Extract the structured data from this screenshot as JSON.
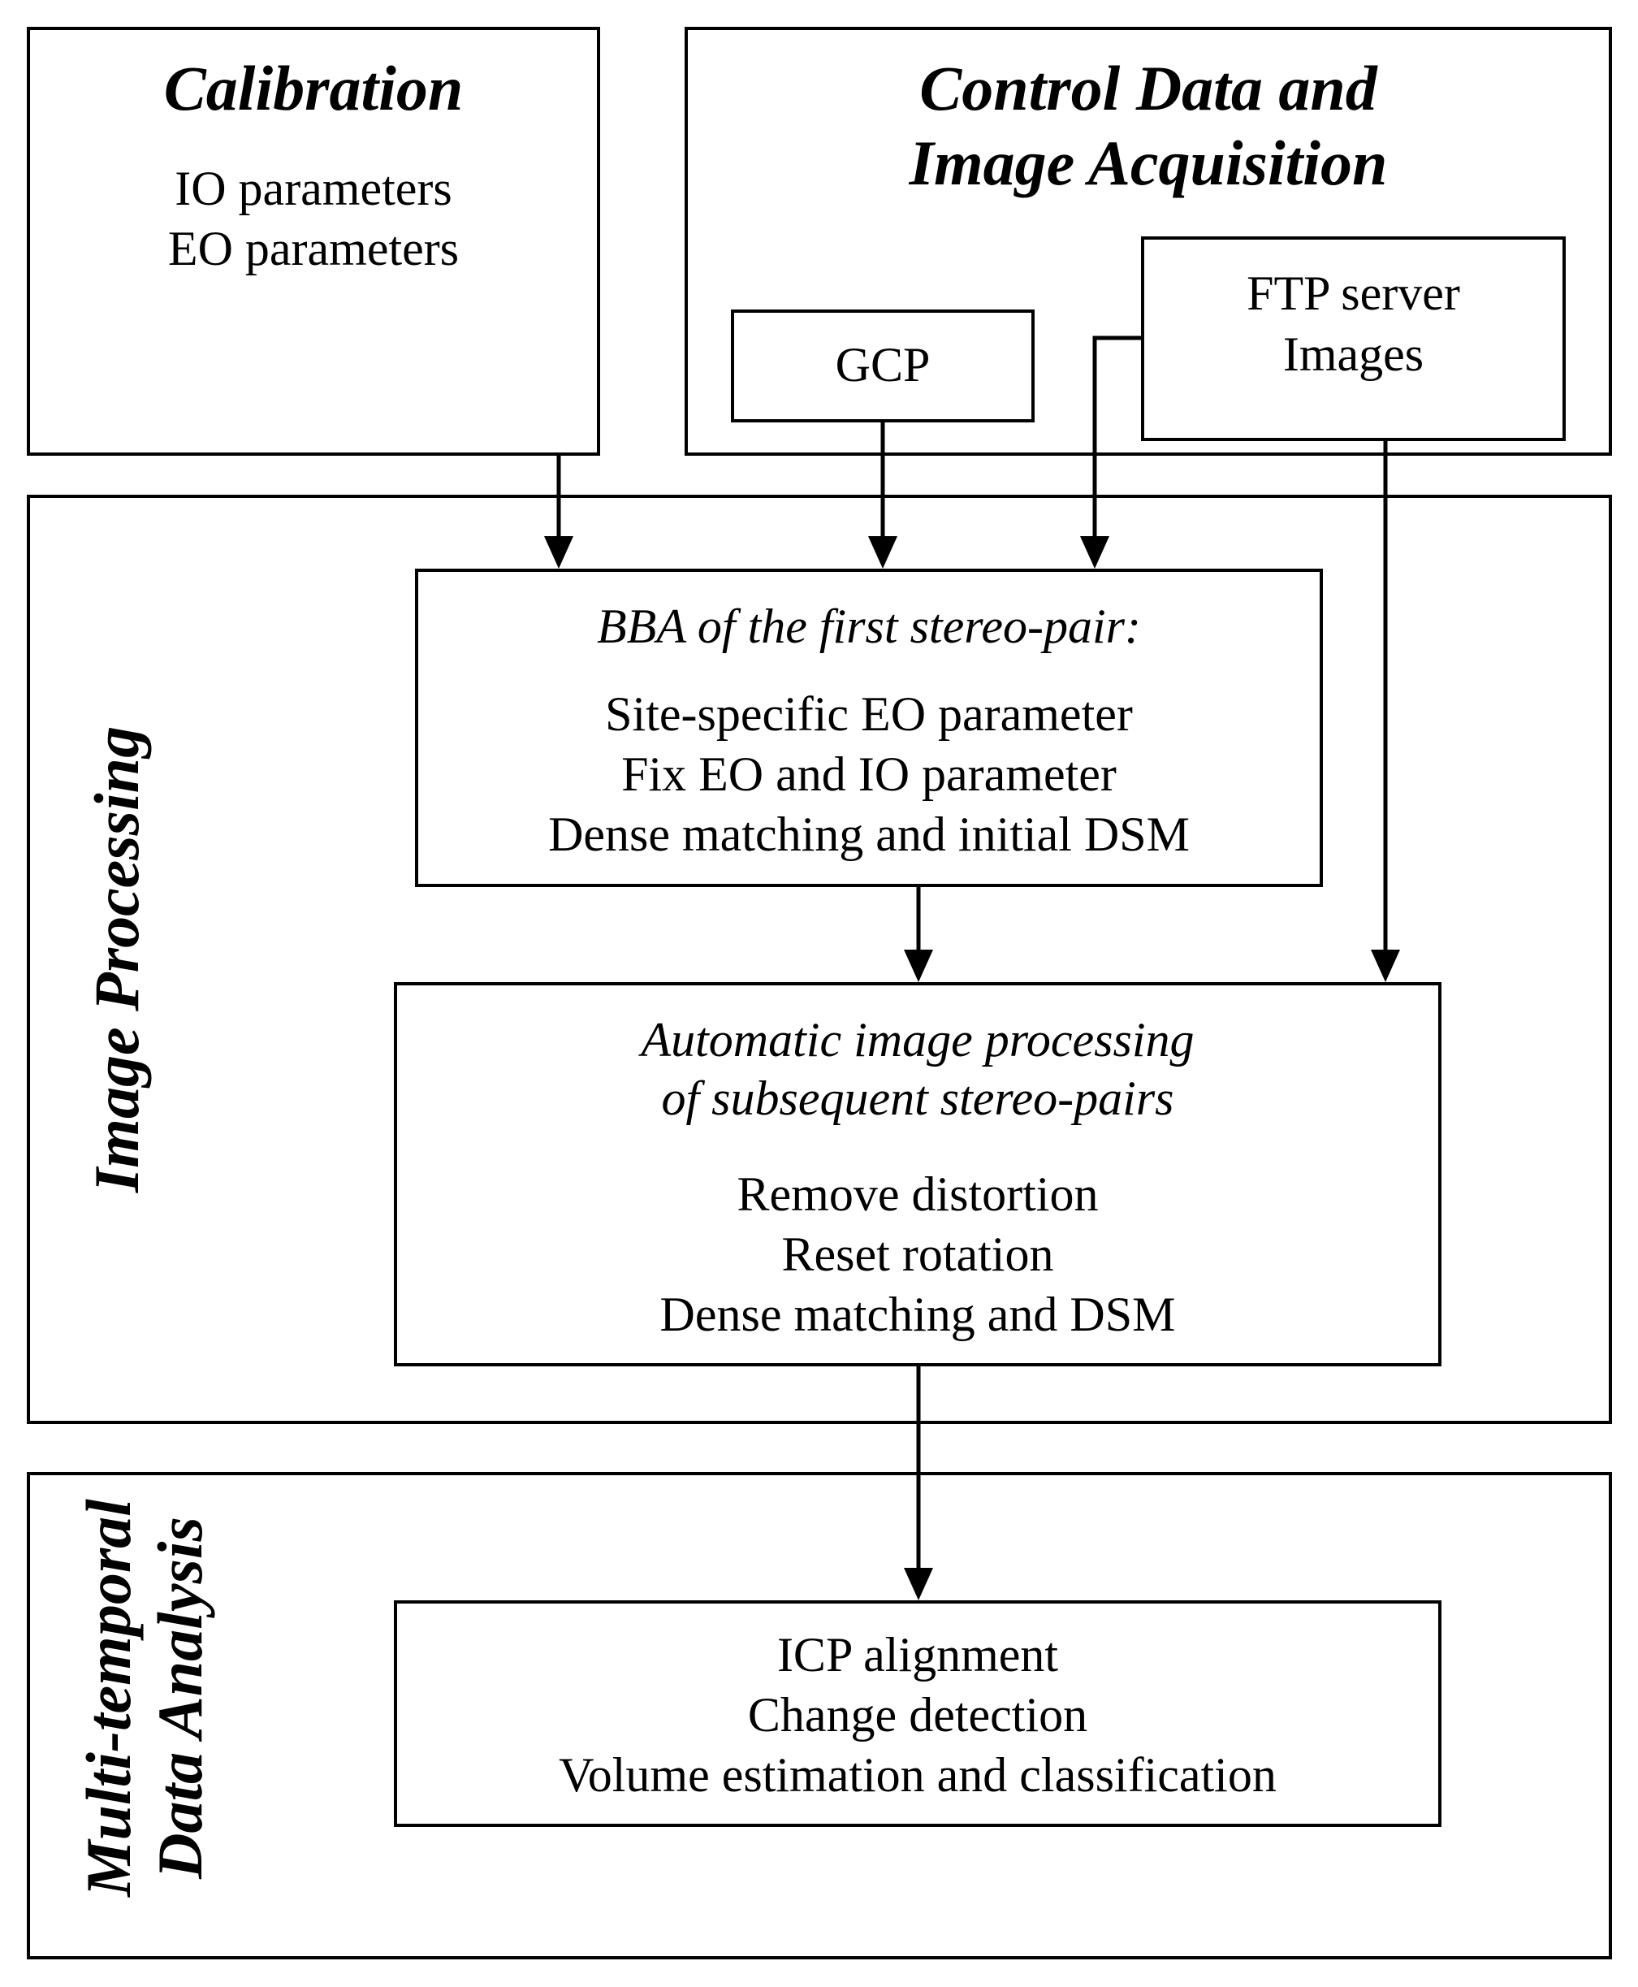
{
  "calibration": {
    "title": "Calibration",
    "lines": [
      "IO parameters",
      "EO parameters"
    ]
  },
  "control": {
    "title_lines": [
      "Control Data and",
      "Image Acquisition"
    ],
    "gcp_label": "GCP",
    "ftp_lines": [
      "FTP server",
      "Images"
    ]
  },
  "image_processing": {
    "label": "Image Processing",
    "bba": {
      "heading": "BBA of the first stereo-pair:",
      "lines": [
        "Site-specific EO parameter",
        "Fix EO and IO parameter",
        "Dense matching and initial DSM"
      ]
    },
    "auto": {
      "heading_lines": [
        "Automatic image processing",
        "of subsequent stereo-pairs"
      ],
      "lines": [
        "Remove distortion",
        "Reset rotation",
        "Dense matching and DSM"
      ]
    }
  },
  "analysis": {
    "label_lines": [
      "Multi-temporal",
      "Data Analysis"
    ],
    "lines": [
      "ICP alignment",
      "Change detection",
      "Volume estimation and classification"
    ]
  }
}
